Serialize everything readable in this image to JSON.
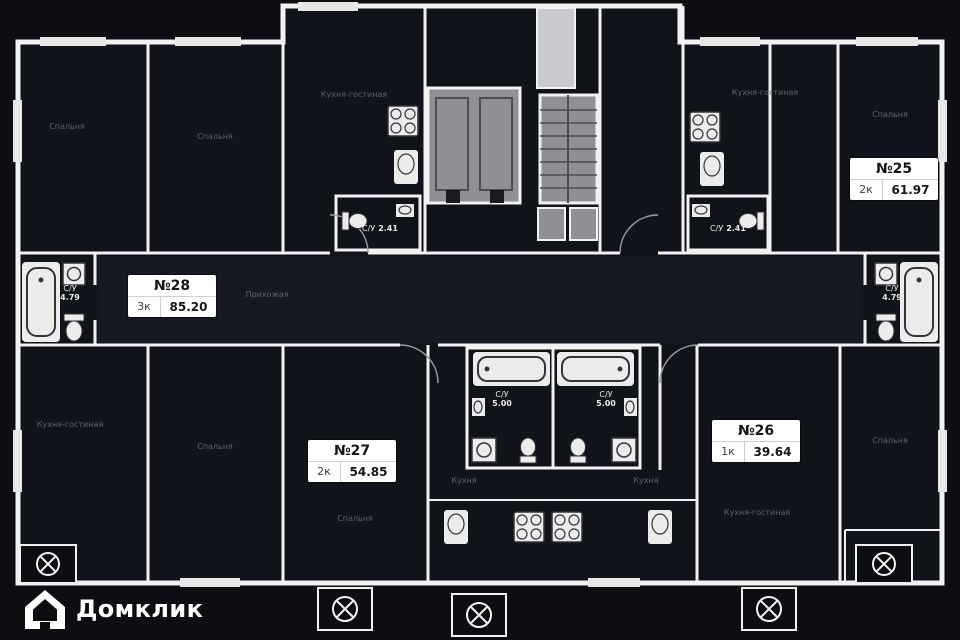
{
  "colors": {
    "background": "#0d0e12",
    "wall": "#f2f2f2",
    "shaft_gray": "#8f9094",
    "tag_background": "#ffffff"
  },
  "branding": {
    "logo_text": "Домклик"
  },
  "apartments": [
    {
      "label": "№25",
      "rooms": "2к",
      "area": "61.97"
    },
    {
      "label": "№26",
      "rooms": "1к",
      "area": "39.64"
    },
    {
      "label": "№27",
      "rooms": "2к",
      "area": "54.85"
    },
    {
      "label": "№28",
      "rooms": "3к",
      "area": "85.20"
    }
  ],
  "bathrooms": [
    {
      "label": "С/У",
      "area": "4.79"
    },
    {
      "label": "С/У",
      "area": "4.79"
    },
    {
      "label": "С/У",
      "area": "2.41"
    },
    {
      "label": "С/У",
      "area": "2.41"
    },
    {
      "label": "С/У",
      "area": "5.00"
    },
    {
      "label": "С/У",
      "area": "5.00"
    }
  ],
  "rooms": [
    {
      "name": "Спальня"
    },
    {
      "name": "Спальня"
    },
    {
      "name": "Кухня-гостиная"
    },
    {
      "name": "Кухня-гостиная"
    },
    {
      "name": "Спальня"
    },
    {
      "name": "Прихожая"
    },
    {
      "name": "Кухня-гостиная"
    },
    {
      "name": "Спальня"
    },
    {
      "name": "Спальня"
    },
    {
      "name": "Кухня"
    },
    {
      "name": "Кухня"
    },
    {
      "name": "Кухня-гостиная"
    },
    {
      "name": "Спальня"
    }
  ]
}
